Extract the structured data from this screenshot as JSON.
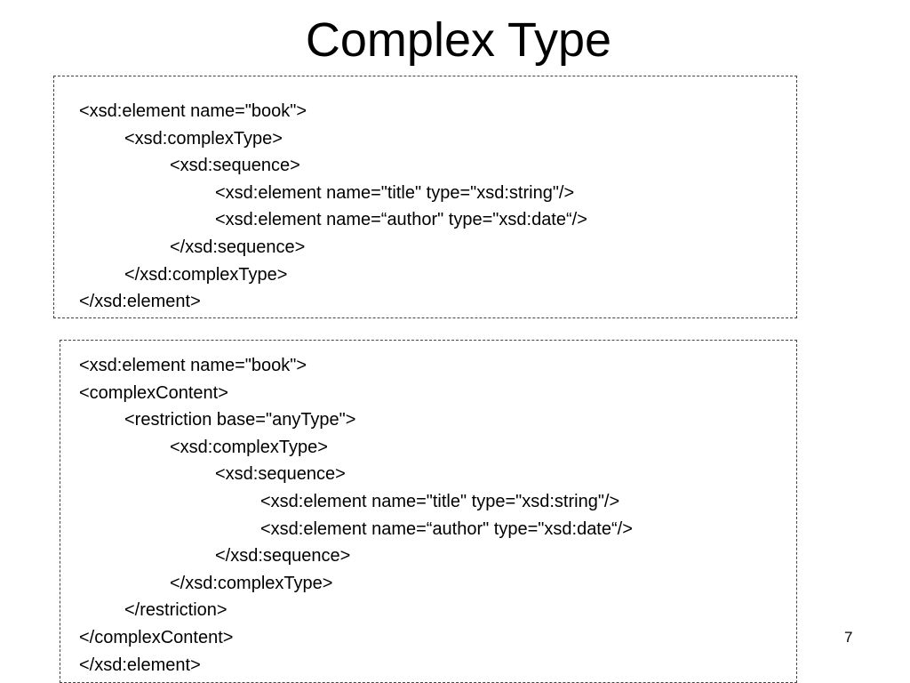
{
  "slide": {
    "title": "Complex Type",
    "page_number": "7"
  },
  "box1": {
    "lines": [
      "<xsd:element name=\"book\">",
      "<xsd:complexType>",
      "<xsd:sequence>",
      "<xsd:element name=\"title\" type=\"xsd:string\"/>",
      "<xsd:element name=“author\" type=\"xsd:date“/>",
      "</xsd:sequence>",
      "</xsd:complexType>",
      "</xsd:element>"
    ]
  },
  "box2": {
    "lines": [
      "<xsd:element name=\"book\">",
      "<complexContent>",
      "<restriction base=\"anyType\">",
      "<xsd:complexType>",
      "<xsd:sequence>",
      "<xsd:element name=\"title\" type=\"xsd:string\"/>",
      "<xsd:element name=“author\" type=\"xsd:date“/>",
      "</xsd:sequence>",
      "</xsd:complexType>",
      "</restriction>",
      "</complexContent>",
      "</xsd:element>"
    ]
  }
}
